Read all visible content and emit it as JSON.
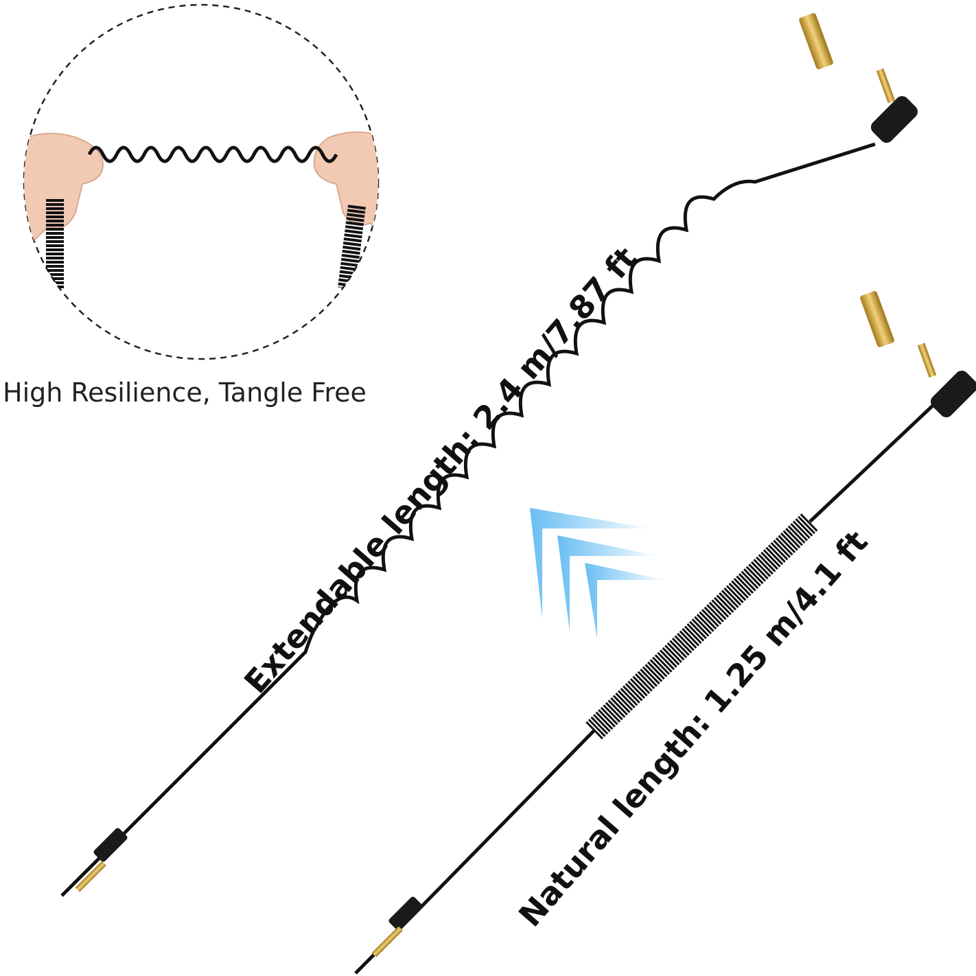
{
  "feature_caption": "High Resilience, Tangle Free",
  "extendable_label": "Extendable length: 2.4 m/7.87 ft",
  "natural_label": "Natural length: 1.25 m/4.1 ft",
  "colors": {
    "cable": "#111111",
    "gold_plug": "#c9a23a",
    "arrow_blue": "#4fb3f0",
    "skin": "#f2c9b3"
  }
}
